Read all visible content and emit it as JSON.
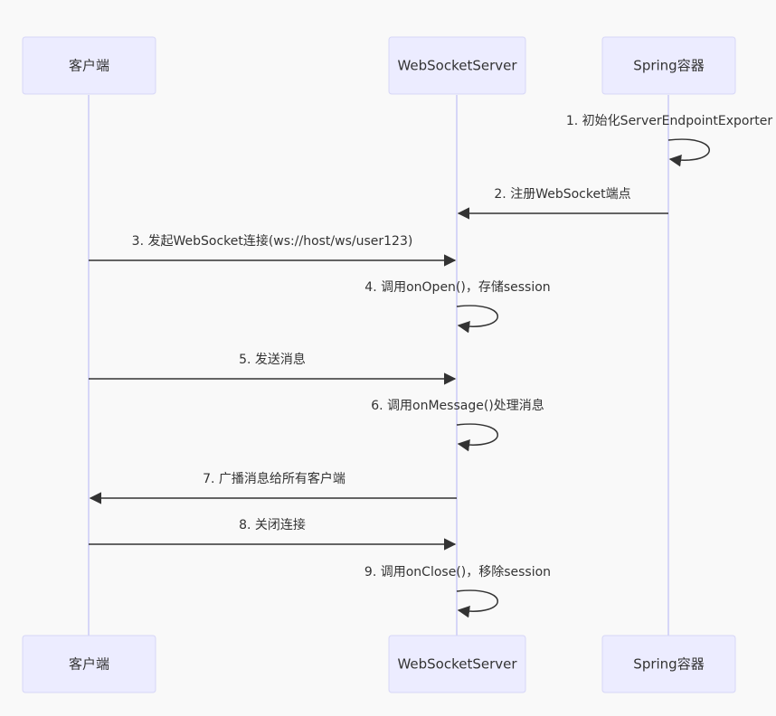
{
  "participants": [
    {
      "id": "client",
      "label": "客户端"
    },
    {
      "id": "server",
      "label": "WebSocketServer"
    },
    {
      "id": "spring",
      "label": "Spring容器"
    }
  ],
  "messages": [
    {
      "from": "spring",
      "to": "spring",
      "label": "1. 初始化ServerEndpointExporter"
    },
    {
      "from": "spring",
      "to": "server",
      "label": "2. 注册WebSocket端点"
    },
    {
      "from": "client",
      "to": "server",
      "label": "3. 发起WebSocket连接(ws://host/ws/user123)"
    },
    {
      "from": "server",
      "to": "server",
      "label": "4. 调用onOpen()，存储session"
    },
    {
      "from": "client",
      "to": "server",
      "label": "5. 发送消息"
    },
    {
      "from": "server",
      "to": "server",
      "label": "6. 调用onMessage()处理消息"
    },
    {
      "from": "server",
      "to": "client",
      "label": "7. 广播消息给所有客户端"
    },
    {
      "from": "client",
      "to": "server",
      "label": "8. 关闭连接"
    },
    {
      "from": "server",
      "to": "server",
      "label": "9. 调用onClose()，移除session"
    }
  ],
  "colors": {
    "background": "#f9f9f9",
    "actor_fill": "#ececff",
    "actor_border": "#d6d6f7",
    "lifeline": "#d6d6f7",
    "text": "#333333",
    "arrow": "#333333"
  }
}
